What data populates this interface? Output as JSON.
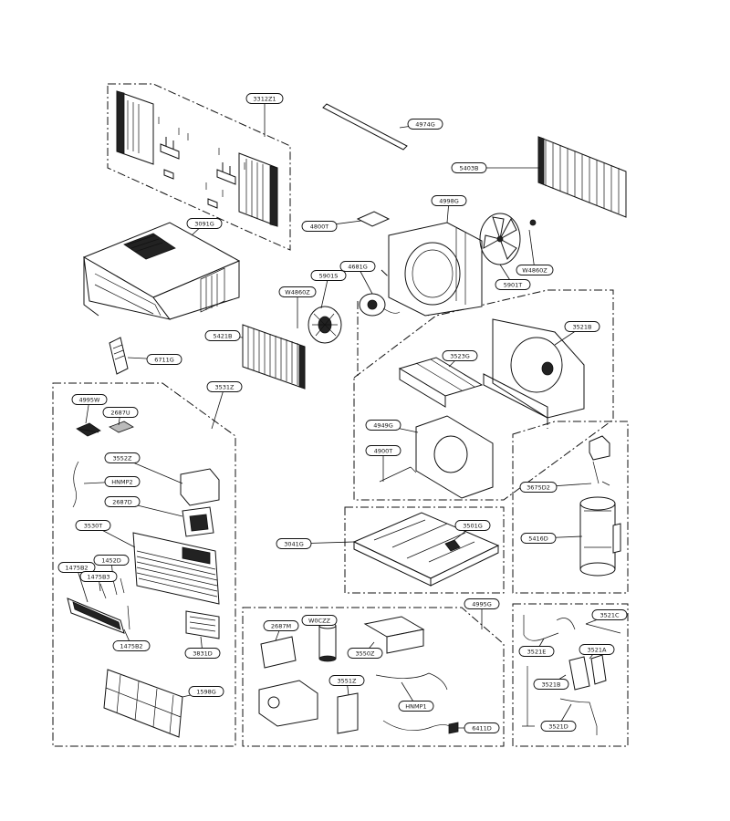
{
  "labels": [
    {
      "id": "p1",
      "text": "3312Z1"
    },
    {
      "id": "p2",
      "text": "4974G"
    },
    {
      "id": "p3",
      "text": "5403B"
    },
    {
      "id": "p4",
      "text": "3091G"
    },
    {
      "id": "p5",
      "text": "4800T"
    },
    {
      "id": "p6",
      "text": "4998G"
    },
    {
      "id": "p7",
      "text": "W4860Z"
    },
    {
      "id": "p8",
      "text": "5901S"
    },
    {
      "id": "p9",
      "text": "4681G"
    },
    {
      "id": "p10",
      "text": "W4860Z"
    },
    {
      "id": "p11",
      "text": "5901T"
    },
    {
      "id": "p12",
      "text": "3521B"
    },
    {
      "id": "p13",
      "text": "5421B"
    },
    {
      "id": "p14",
      "text": "6711G"
    },
    {
      "id": "p15",
      "text": "3531Z"
    },
    {
      "id": "p16",
      "text": "3523G"
    },
    {
      "id": "p17",
      "text": "4995W"
    },
    {
      "id": "p18",
      "text": "2687U"
    },
    {
      "id": "p19",
      "text": "3552Z"
    },
    {
      "id": "p20",
      "text": "HNMP2"
    },
    {
      "id": "p21",
      "text": "2687D"
    },
    {
      "id": "p22",
      "text": "3530T"
    },
    {
      "id": "p23",
      "text": "4949G"
    },
    {
      "id": "p24",
      "text": "4900T"
    },
    {
      "id": "p25",
      "text": "3675D2"
    },
    {
      "id": "p26",
      "text": "1475B2"
    },
    {
      "id": "p27",
      "text": "1475B3"
    },
    {
      "id": "p28",
      "text": "1452D"
    },
    {
      "id": "p29",
      "text": "3041G"
    },
    {
      "id": "p30",
      "text": "3501G"
    },
    {
      "id": "p31",
      "text": "5416D"
    },
    {
      "id": "p32",
      "text": "1475B2"
    },
    {
      "id": "p33",
      "text": "3831D"
    },
    {
      "id": "p34",
      "text": "1598G"
    },
    {
      "id": "p35",
      "text": "4995G"
    },
    {
      "id": "p36",
      "text": "2687M"
    },
    {
      "id": "p37",
      "text": "W0CZZ"
    },
    {
      "id": "p38",
      "text": "3550Z"
    },
    {
      "id": "p39",
      "text": "3551Z"
    },
    {
      "id": "p40",
      "text": "HNMP1"
    },
    {
      "id": "p41",
      "text": "6411D"
    },
    {
      "id": "p42",
      "text": "3521C"
    },
    {
      "id": "p43",
      "text": "3521E"
    },
    {
      "id": "p44",
      "text": "3521A"
    },
    {
      "id": "p45",
      "text": "3521B"
    },
    {
      "id": "p46",
      "text": "3521D"
    }
  ]
}
